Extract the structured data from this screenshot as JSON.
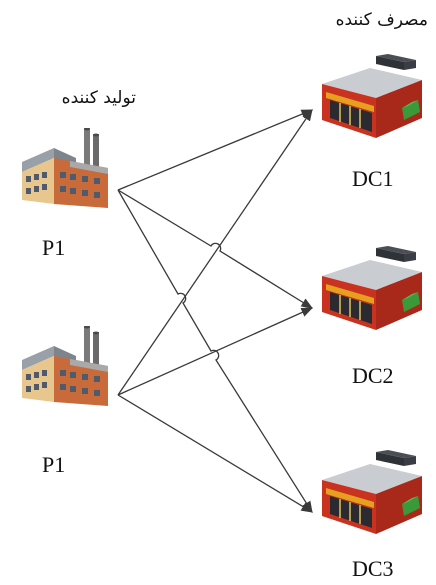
{
  "producer_header": "تولید کننده",
  "consumer_header": "مصرف کننده",
  "producers": [
    {
      "label": "P1",
      "icon": "factory-icon"
    },
    {
      "label": "P1",
      "icon": "factory-icon"
    }
  ],
  "consumers": [
    {
      "label": "DC1",
      "icon": "store-icon"
    },
    {
      "label": "DC2",
      "icon": "store-icon"
    },
    {
      "label": "DC3",
      "icon": "store-icon"
    }
  ],
  "colors": {
    "line": "#3a3a3a",
    "brick": "#c86a3a",
    "roof": "#9aa0a8",
    "store_red": "#c8321e",
    "awning": "#e6a020",
    "green_bin": "#3a9a3a"
  }
}
